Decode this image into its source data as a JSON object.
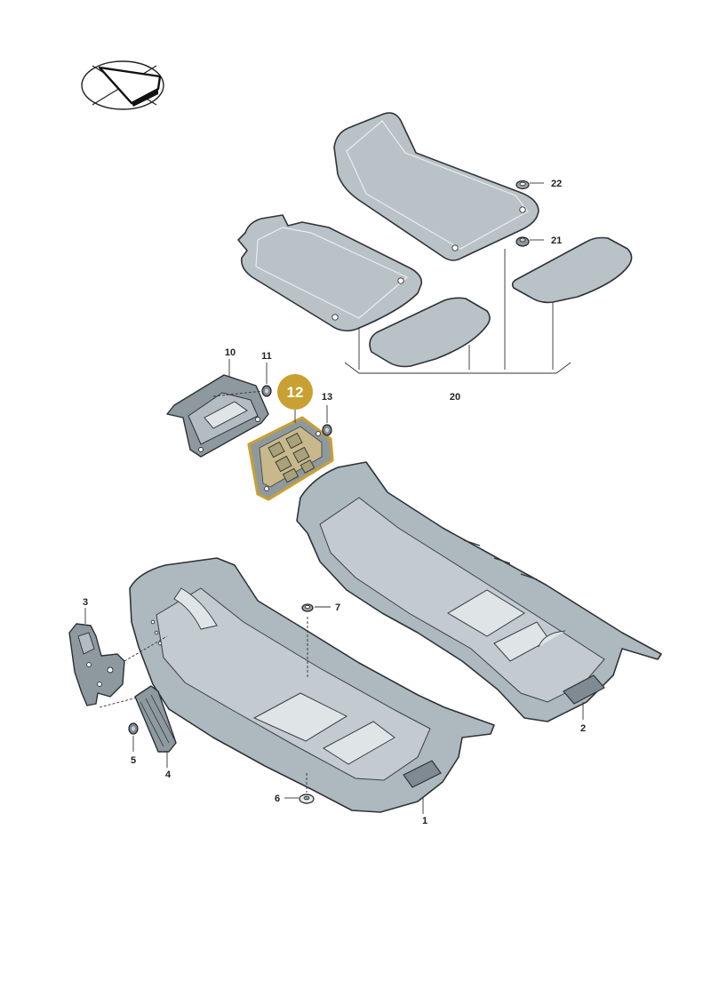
{
  "highlight_color": "#c9a032",
  "icons": {
    "orientation": "direction-arrow-icon"
  },
  "callouts": {
    "p1": "1",
    "p2": "2",
    "p3": "3",
    "p4": "4",
    "p5": "5",
    "p6": "6",
    "p7": "7",
    "p10": "10",
    "p11": "11",
    "p12": "12",
    "p13": "13",
    "p20": "20",
    "p21": "21",
    "p22": "22"
  }
}
